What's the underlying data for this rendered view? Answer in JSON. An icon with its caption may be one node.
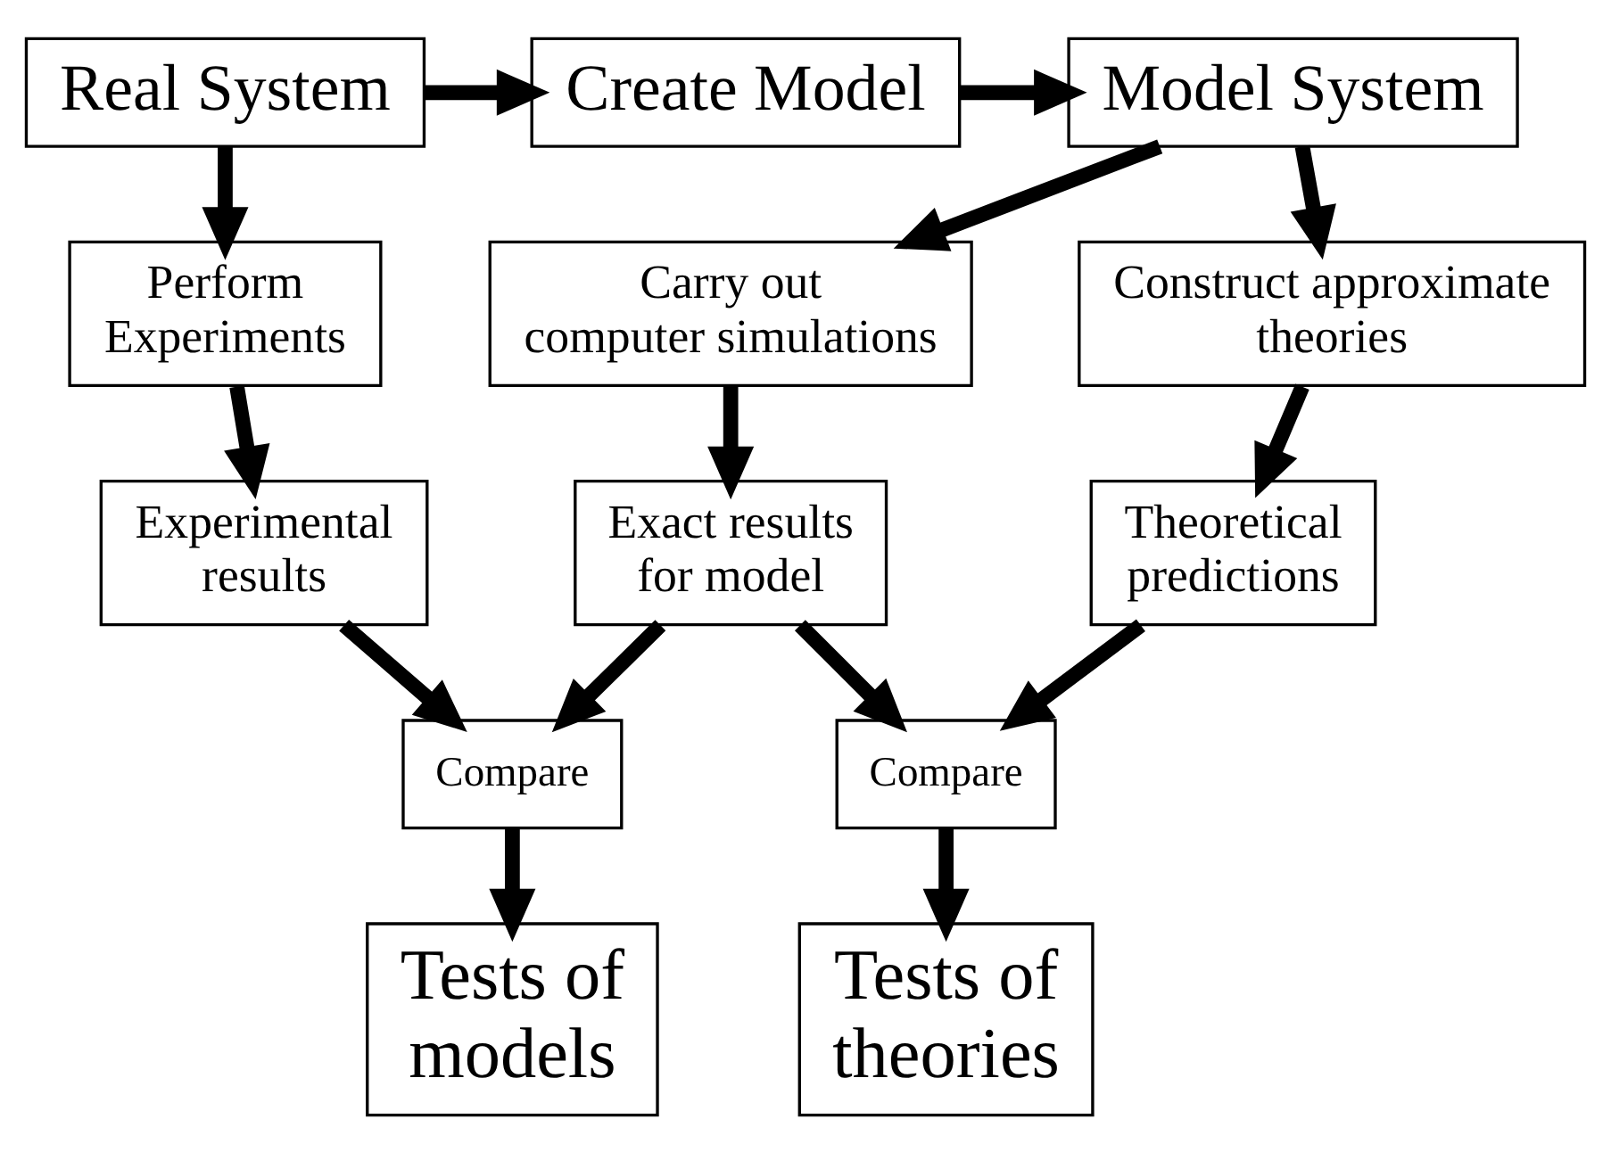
{
  "diagram": {
    "nodes": [
      {
        "text": [
          "Real System"
        ]
      },
      {
        "text": [
          "Create Model"
        ]
      },
      {
        "text": [
          "Model System"
        ]
      },
      {
        "text": [
          "Perform Experiments"
        ]
      },
      {
        "text": [
          "Carry out computer simulations"
        ]
      },
      {
        "text": [
          "Construct approximate theories"
        ]
      },
      {
        "text": [
          "Experimental results"
        ]
      },
      {
        "text": [
          "Exact results for model"
        ]
      },
      {
        "text": [
          "Theoretical predictions"
        ]
      },
      {
        "text": [
          "Compare"
        ]
      },
      {
        "text": [
          "Compare"
        ]
      },
      {
        "text": [
          "Tests of models"
        ]
      },
      {
        "text": [
          "Tests of theories"
        ]
      }
    ],
    "edges": [
      {
        "from": 0,
        "to": 1,
        "arrow": "to"
      },
      {
        "from": 1,
        "to": 2,
        "arrow": "to"
      },
      {
        "from": 0,
        "to": 3,
        "arrow": "to"
      },
      {
        "from": 2,
        "to": 4,
        "arrow": "to"
      },
      {
        "from": 2,
        "to": 5,
        "arrow": "to"
      },
      {
        "from": 3,
        "to": 6,
        "arrow": "to"
      },
      {
        "from": 4,
        "to": 7,
        "arrow": "to"
      },
      {
        "from": 5,
        "to": 8,
        "arrow": "to"
      },
      {
        "from": 6,
        "to": 9,
        "arrow": "to"
      },
      {
        "from": 7,
        "to": 9,
        "arrow": "to"
      },
      {
        "from": 7,
        "to": 10,
        "arrow": "to"
      },
      {
        "from": 8,
        "to": 10,
        "arrow": "to"
      },
      {
        "from": 9,
        "to": 11,
        "arrow": "to"
      },
      {
        "from": 10,
        "to": 12,
        "arrow": "to"
      }
    ]
  }
}
